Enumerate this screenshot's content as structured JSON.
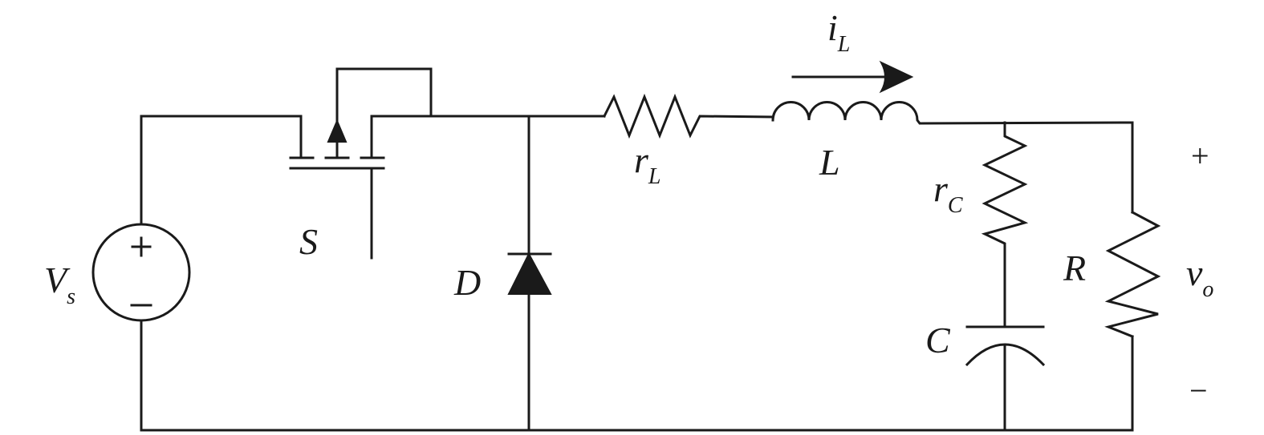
{
  "labels": {
    "vs": {
      "main": "V",
      "sub": "s"
    },
    "s": {
      "main": "S"
    },
    "d": {
      "main": "D"
    },
    "rl": {
      "main": "r",
      "sub": "L"
    },
    "l": {
      "main": "L"
    },
    "il": {
      "main": "i",
      "sub": "L"
    },
    "rc": {
      "main": "r",
      "sub": "C"
    },
    "c": {
      "main": "C"
    },
    "r": {
      "main": "R"
    },
    "vo": {
      "main": "v",
      "sub": "o"
    }
  },
  "polarity": {
    "plus": "+",
    "minus": "−"
  }
}
